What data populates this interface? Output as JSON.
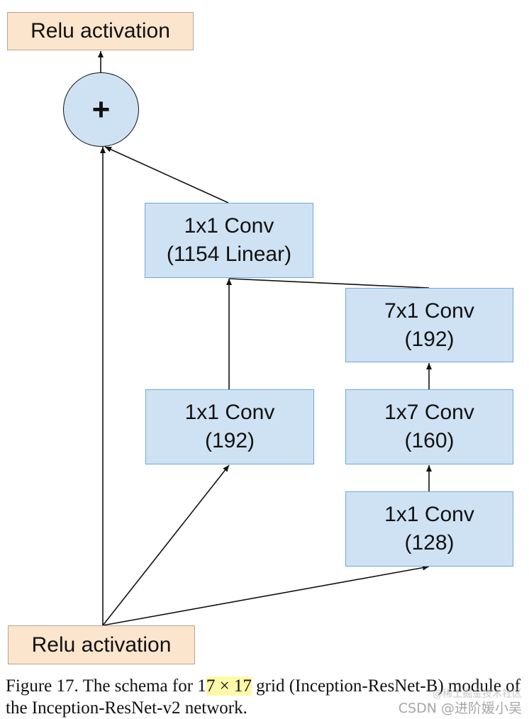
{
  "diagram": {
    "nodes": {
      "relu_top": "Relu activation",
      "add": "+",
      "conv_1154": [
        "1x1 Conv",
        "(1154 Linear)"
      ],
      "conv_192": [
        "1x1 Conv",
        "(192)"
      ],
      "conv_7x1": [
        "7x1 Conv",
        "(192)"
      ],
      "conv_1x7": [
        "1x7 Conv",
        "(160)"
      ],
      "conv_128": [
        "1x1 Conv",
        "(128)"
      ],
      "relu_bottom": "Relu activation"
    },
    "colors": {
      "relu_fill": "#fce5cd",
      "conv_fill": "#cfe2f3",
      "conv_border": "#6fa8dc",
      "highlight": "#fff9a8"
    }
  },
  "caption": {
    "before": "Figure 17. The schema for 1",
    "highlighted": "7 × 17",
    "after": " grid (Inception-ResNet-B) module of the Inception-ResNet-v2 network."
  },
  "watermark": {
    "line1": "@稀土掘金技术社区",
    "line2": "CSDN @进阶媛小吴"
  }
}
